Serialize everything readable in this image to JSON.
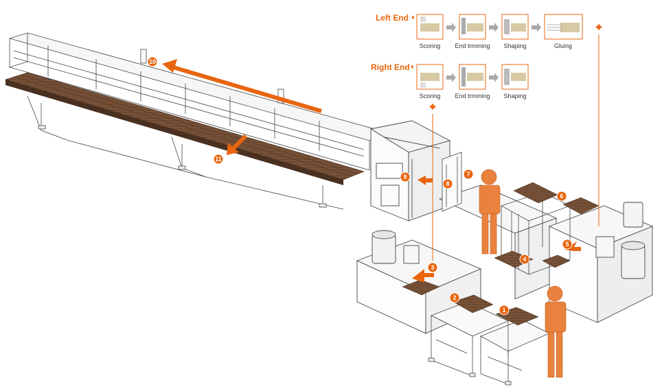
{
  "process": {
    "left_end": {
      "label": "Left End",
      "steps": [
        "Scoring",
        "End trmming",
        "Shaping",
        "Gluing"
      ]
    },
    "right_end": {
      "label": "Right End",
      "steps": [
        "Scoring",
        "End trmming",
        "Shaping"
      ]
    }
  },
  "markers": [
    "1",
    "2",
    "3",
    "4",
    "5",
    "6",
    "7",
    "8",
    "9",
    "10",
    "11"
  ],
  "colors": {
    "accent": "#e8650f",
    "wood": "#6e4a32",
    "line": "#444444",
    "arrow": "#9a9a9a"
  }
}
